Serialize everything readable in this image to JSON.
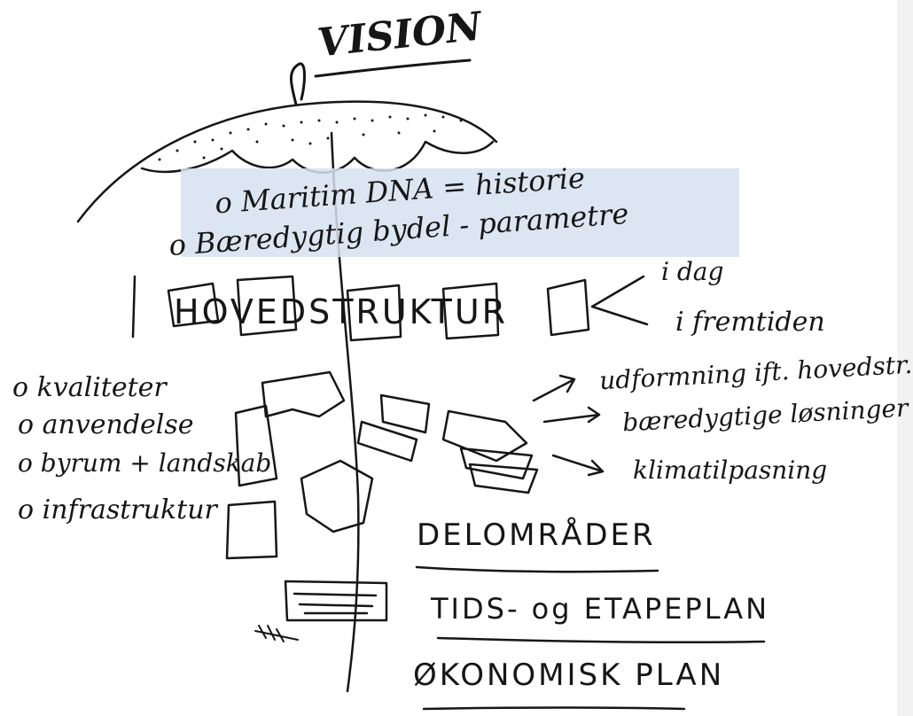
{
  "vision": {
    "title": "VISION"
  },
  "umbrella": {
    "items": [
      {
        "bullet": "o",
        "text": "Maritim DNA = historie"
      },
      {
        "bullet": "o",
        "text": "Bæredygtig bydel - parametre"
      }
    ]
  },
  "hovedstruktur": {
    "title": "HOVEDSTRUKTUR",
    "branches": [
      "i dag",
      "i fremtiden"
    ]
  },
  "left_list": [
    {
      "bullet": "o",
      "text": "kvaliteter"
    },
    {
      "bullet": "o",
      "text": "anvendelse"
    },
    {
      "bullet": "o",
      "text": "byrum + landskab"
    },
    {
      "bullet": "o",
      "text": "infrastruktur"
    }
  ],
  "right_list": [
    {
      "text": "udformning ift. hovedstr."
    },
    {
      "text": "bæredygtige løsninger"
    },
    {
      "text": "klimatilpasning"
    }
  ],
  "bottom": {
    "delomraader": "DELOMRÅDER",
    "tidsplan": "TIDS- og ETAPEPLAN",
    "okonomi": "ØKONOMISK PLAN"
  }
}
